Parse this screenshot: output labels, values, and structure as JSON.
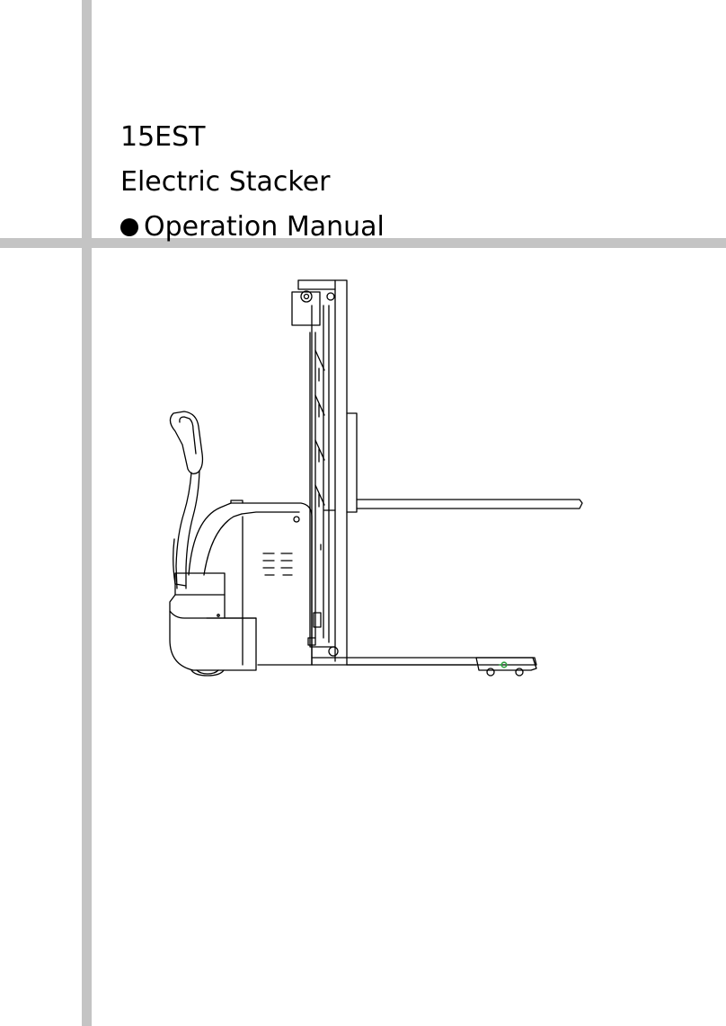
{
  "cover": {
    "model": "15EST",
    "product_name": "Electric Stacker",
    "document_type": "Operation Manual"
  },
  "colors": {
    "frame_bars": "#c4c4c4",
    "text": "#000000",
    "wheel_marker": "#2e9e3e"
  },
  "illustration": {
    "icon": "electric-stacker-line-drawing"
  }
}
